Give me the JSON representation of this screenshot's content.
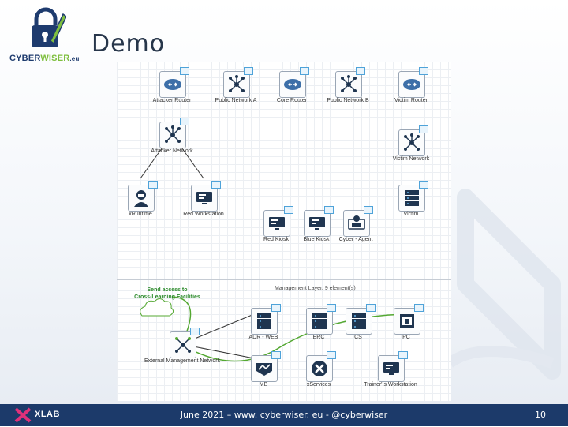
{
  "brand": {
    "logo_text_a": "CYBER",
    "logo_text_b": "WISER",
    "logo_text_c": ".eu"
  },
  "slide": {
    "title": "Demo"
  },
  "diagram": {
    "nodes": {
      "attacker_router": "Attacker Router",
      "public_network_a": "Public Network A",
      "core_router": "Core Router",
      "public_network_b": "Public Network B",
      "victim_router": "Victim Router",
      "attacker_network": "Attacker Network",
      "victim_network": "Victim Network",
      "xruntime": "xRuntime",
      "red_workstation": "Red Workstation",
      "victim": "Victim",
      "red_kiosk": "Red Kiosk",
      "blue_kiosk": "Blue Kiosk",
      "cyber_agent": "Cyber - Agent",
      "adr_web": "ADR - WEB",
      "erc": "ERC",
      "cs": "CS",
      "pc": "PC",
      "ext_mgmt_network": "External Management Network",
      "mb": "MB",
      "xservices": "xServices",
      "trainers_workstation": "Trainer' s Workstation"
    },
    "management_layer": "Management Layer, 9 element(s)",
    "send_access_line1": "Send access to",
    "send_access_line2": "Cross-Learning Facilities",
    "accent_colors": {
      "router": "#3d6fa8",
      "network": "#1f3550",
      "green_link": "#54a832",
      "flag": "#4fa3d9"
    }
  },
  "footer": {
    "text": "June 2021 – www. cyberwiser. eu - @cyberwiser",
    "page": "10",
    "partner_logo": "XLAB"
  }
}
